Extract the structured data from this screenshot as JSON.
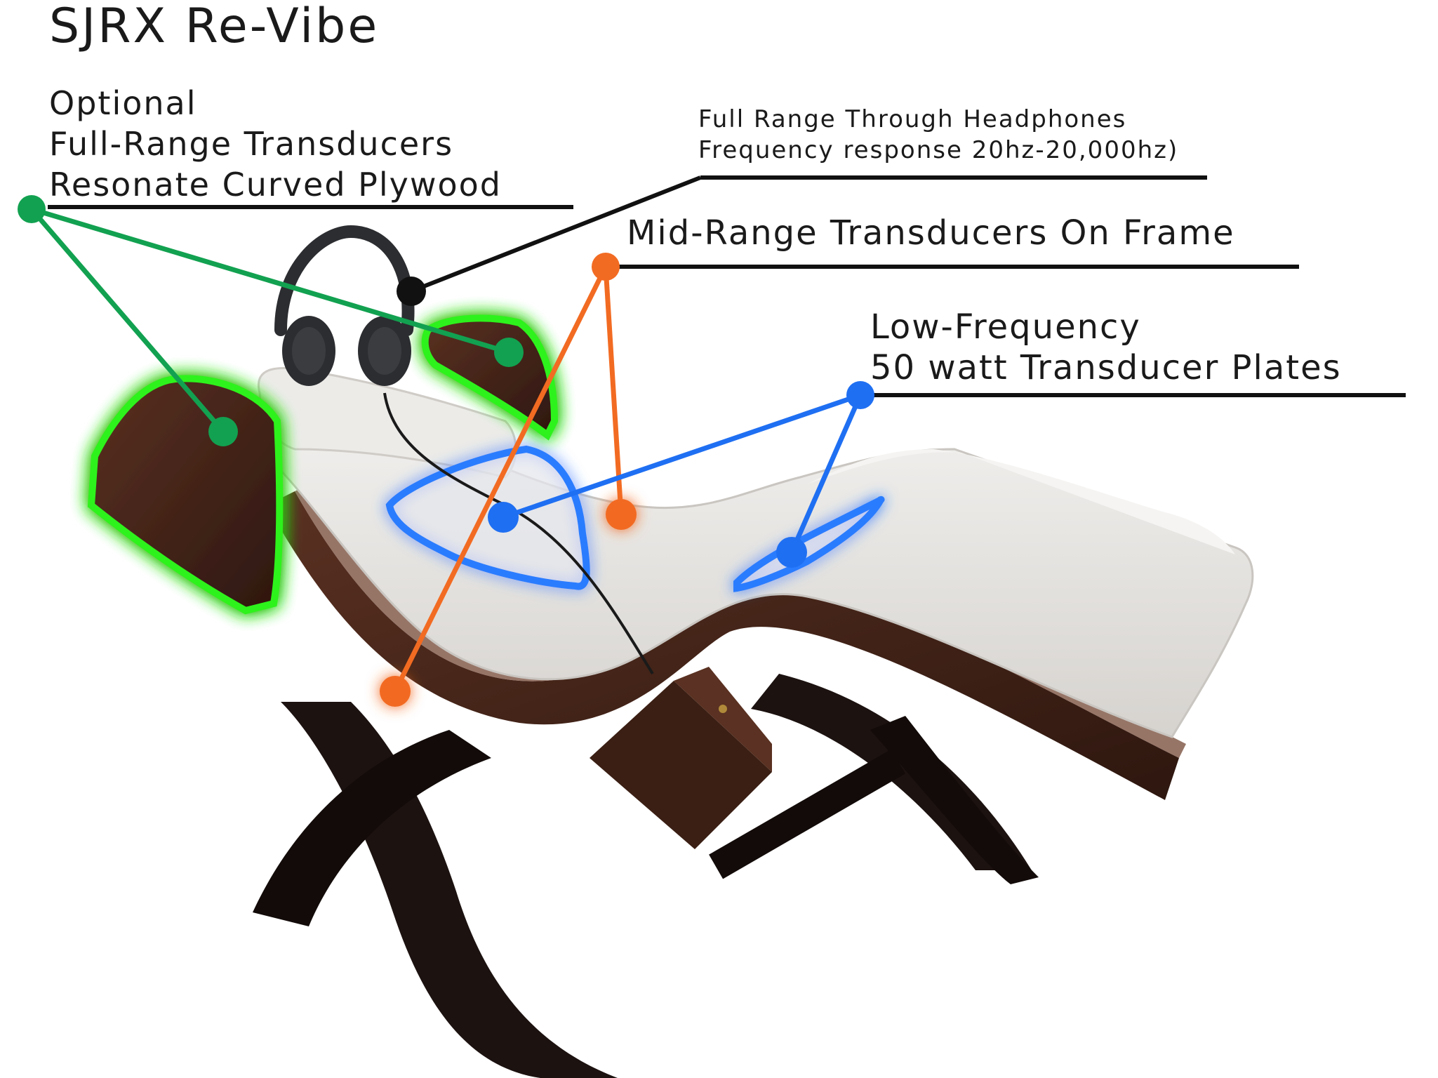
{
  "title": "SJRX Re-Vibe",
  "callouts": {
    "plywood": {
      "lines": [
        "Optional",
        "Full-Range Transducers",
        "Resonate Curved Plywood"
      ],
      "color": "#12a150"
    },
    "headphones": {
      "lines": [
        "Full Range Through Headphones",
        "Frequency response 20hz-20,000hz)"
      ],
      "color": "#111111"
    },
    "midrange": {
      "lines": [
        "Mid-Range Transducers On Frame"
      ],
      "color": "#f26b22"
    },
    "lowfreq": {
      "lines": [
        "Low-Frequency",
        "50 watt Transducer Plates"
      ],
      "color": "#1f6ff2"
    }
  },
  "palette": {
    "wood": "#3b1f14",
    "wood_light": "#5a3122",
    "leg": "#1c1210",
    "cushion": "#e9e7e4",
    "cushion_shade": "#d3d0cc",
    "glow_green": "#2ef21c",
    "glow_blue": "#2a7bff",
    "headphone": "#2b2d30"
  }
}
